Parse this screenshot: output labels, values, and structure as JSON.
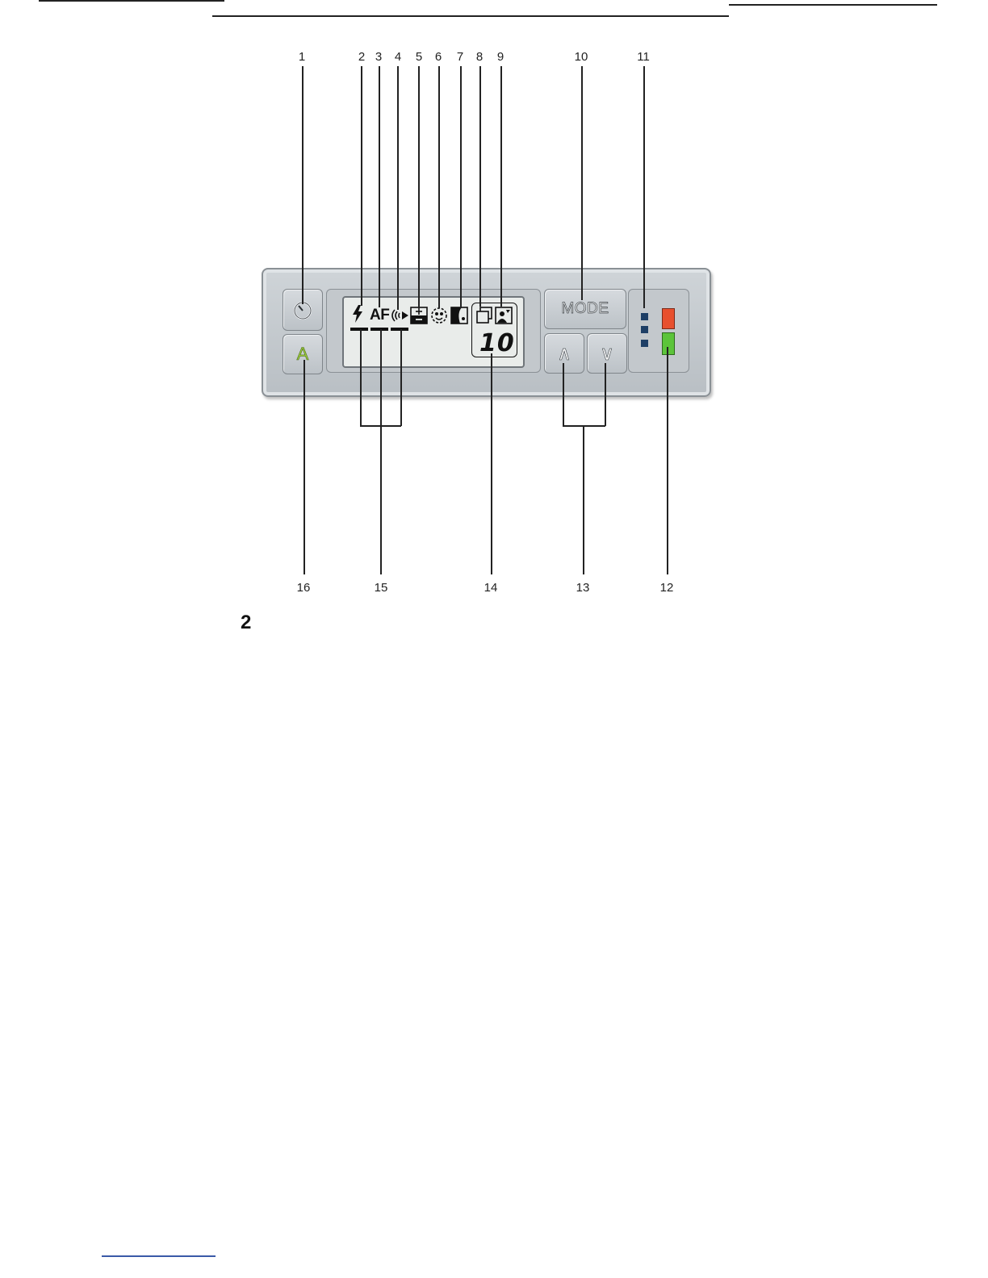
{
  "figure_number": "2",
  "callouts_top": [
    "1",
    "2",
    "3",
    "4",
    "5",
    "6",
    "7",
    "8",
    "9",
    "10",
    "11"
  ],
  "callouts_bottom": [
    "16",
    "15",
    "14",
    "13",
    "12"
  ],
  "panel": {
    "mode_label": "MODE",
    "auto_label": "A",
    "af_label": "AF",
    "counter": "10",
    "up_glyph": "∧",
    "down_glyph": "∨",
    "flash_glyph": "ϟ",
    "timer_glyph": "◷",
    "colors": {
      "led_red": "#e8502e",
      "led_green": "#5cc43a",
      "indicator_blue": "#1e3f66",
      "auto_green": "#9ccc3c"
    }
  }
}
